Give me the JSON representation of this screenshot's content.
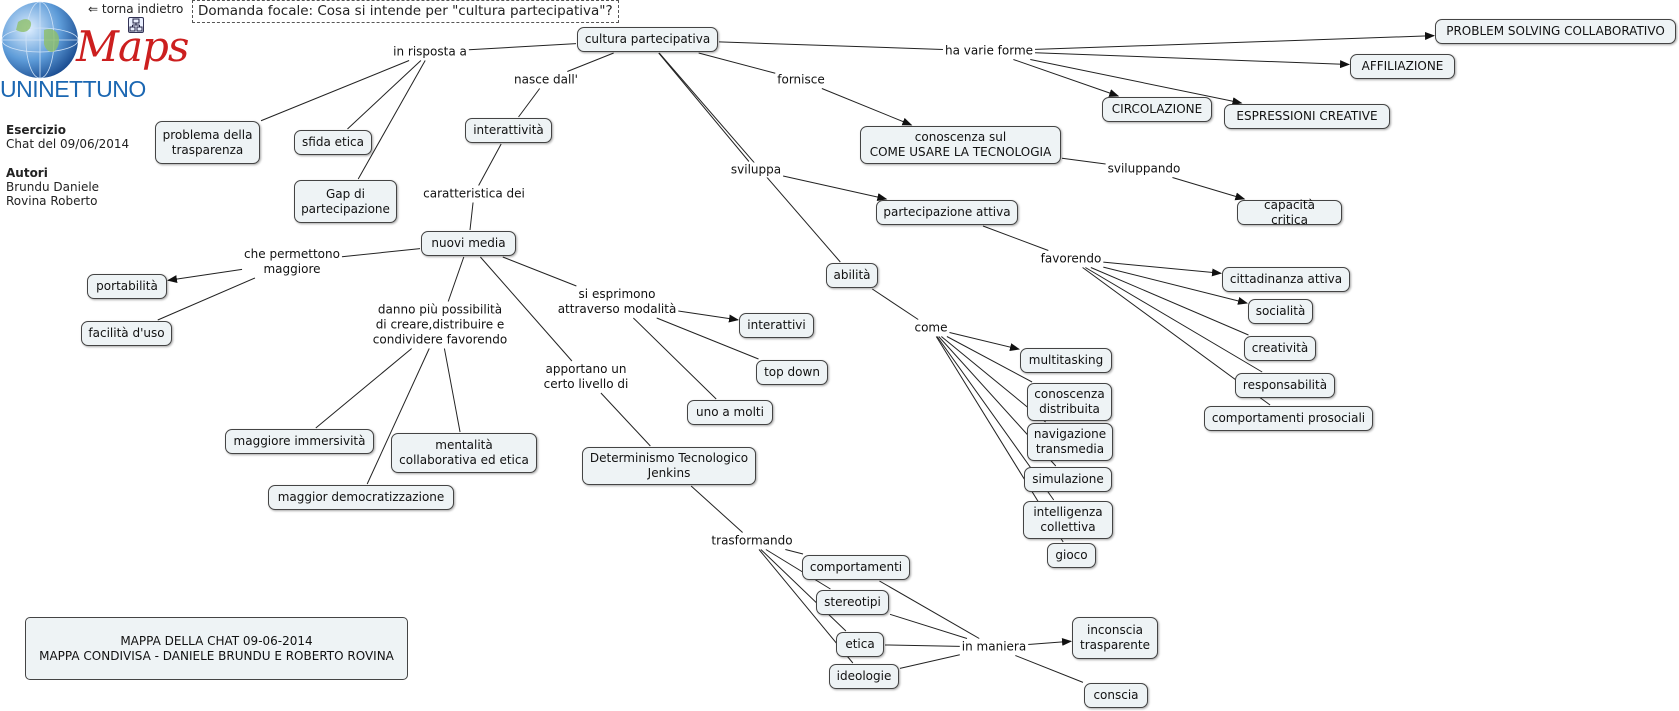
{
  "header": {
    "back_link": "⇐ torna indietro",
    "focus_question": "Domanda focale: Cosa si intende per \"cultura partecipativa\"?",
    "logo_maps": "Maps",
    "logo_university": "UNINETTUNO"
  },
  "info": {
    "exercise_label": "Esercizio",
    "exercise_value": "Chat del 09/06/2014",
    "authors_label": "Autori",
    "authors": [
      "Brundu Daniele",
      "Rovina Roberto"
    ]
  },
  "footer": {
    "line1": "MAPPA DELLA CHAT 09-06-2014",
    "line2": "MAPPA CONDIVISA - DANIELE BRUNDU E ROBERTO ROVINA"
  },
  "nodes": [
    {
      "id": "cultura",
      "text": "cultura partecipativa"
    },
    {
      "id": "problema",
      "text": "problema della\ntrasparenza"
    },
    {
      "id": "sfida",
      "text": "sfida etica"
    },
    {
      "id": "gap",
      "text": "Gap di\npartecipazione"
    },
    {
      "id": "interattivita",
      "text": "interattività"
    },
    {
      "id": "nuovimedia",
      "text": "nuovi media"
    },
    {
      "id": "portabilita",
      "text": "portabilità"
    },
    {
      "id": "facilita",
      "text": "facilità d'uso"
    },
    {
      "id": "immersivita",
      "text": "maggiore immersività"
    },
    {
      "id": "democratizzazione",
      "text": "maggior democratizzazione"
    },
    {
      "id": "mentalita",
      "text": "mentalità\ncollaborativa ed etica"
    },
    {
      "id": "interattivi",
      "text": "interattivi"
    },
    {
      "id": "topdown",
      "text": "top down"
    },
    {
      "id": "unoamolti",
      "text": "uno a molti"
    },
    {
      "id": "determinismo",
      "text": "Determinismo Tecnologico\nJenkins"
    },
    {
      "id": "comportamenti",
      "text": "comportamenti"
    },
    {
      "id": "stereotipi",
      "text": "stereotipi"
    },
    {
      "id": "etica",
      "text": "etica"
    },
    {
      "id": "ideologie",
      "text": "ideologie"
    },
    {
      "id": "inconscia",
      "text": "inconscia\ntrasparente"
    },
    {
      "id": "conscia",
      "text": "conscia"
    },
    {
      "id": "problemsolving",
      "text": "PROBLEM SOLVING COLLABORATIVO"
    },
    {
      "id": "affiliazione",
      "text": "AFFILIAZIONE"
    },
    {
      "id": "circolazione",
      "text": "CIRCOLAZIONE"
    },
    {
      "id": "espressioni",
      "text": "ESPRESSIONI CREATIVE"
    },
    {
      "id": "conoscenzasul",
      "text": "conoscenza sul\nCOME USARE LA TECNOLOGIA"
    },
    {
      "id": "capacita",
      "text": "capacità critica"
    },
    {
      "id": "partecipazione",
      "text": "partecipazione attiva"
    },
    {
      "id": "cittadinanza",
      "text": "cittadinanza attiva"
    },
    {
      "id": "socialita",
      "text": "socialità"
    },
    {
      "id": "creativita",
      "text": "creatività"
    },
    {
      "id": "responsabilita",
      "text": "responsabilità"
    },
    {
      "id": "prosociali",
      "text": "comportamenti prosociali"
    },
    {
      "id": "abilita",
      "text": "abilità"
    },
    {
      "id": "multitasking",
      "text": "multitasking"
    },
    {
      "id": "distribuita",
      "text": "conoscenza\ndistribuita"
    },
    {
      "id": "transmedia",
      "text": "navigazione\ntransmedia"
    },
    {
      "id": "simulazione",
      "text": "simulazione"
    },
    {
      "id": "intelligenza",
      "text": "intelligenza\ncollettiva"
    },
    {
      "id": "gioco",
      "text": "gioco"
    }
  ],
  "link_labels": [
    {
      "id": "inrisposta",
      "text": "in risposta a"
    },
    {
      "id": "nascedall",
      "text": "nasce dall'"
    },
    {
      "id": "caratteristica",
      "text": "caratteristica dei"
    },
    {
      "id": "permettono",
      "text": "che permettono\nmaggiore"
    },
    {
      "id": "danno",
      "text": "danno più possibilità\ndi creare,distribuire e\ncondividere favorendo"
    },
    {
      "id": "apportano",
      "text": "apportano un\ncerto livello di"
    },
    {
      "id": "esprimono",
      "text": "si esprimono\nattraverso modalità"
    },
    {
      "id": "trasformando",
      "text": "trasformando"
    },
    {
      "id": "inmaniera",
      "text": "in maniera"
    },
    {
      "id": "variforme",
      "text": "ha varie forme"
    },
    {
      "id": "fornisce",
      "text": "fornisce"
    },
    {
      "id": "sviluppando",
      "text": "sviluppando"
    },
    {
      "id": "sviluppa",
      "text": "sviluppa"
    },
    {
      "id": "favorendo",
      "text": "favorendo"
    },
    {
      "id": "come",
      "text": "come"
    }
  ]
}
